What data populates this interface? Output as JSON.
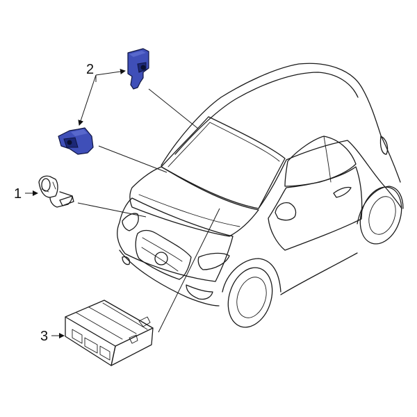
{
  "callouts": [
    {
      "id": "1",
      "label": "1"
    },
    {
      "id": "2",
      "label": "2"
    },
    {
      "id": "3",
      "label": "3"
    }
  ],
  "colors": {
    "highlight_part": "#3f4fb8",
    "highlight_dark": "#1c2877",
    "line": "#1a1a1a",
    "background": "#ffffff"
  }
}
